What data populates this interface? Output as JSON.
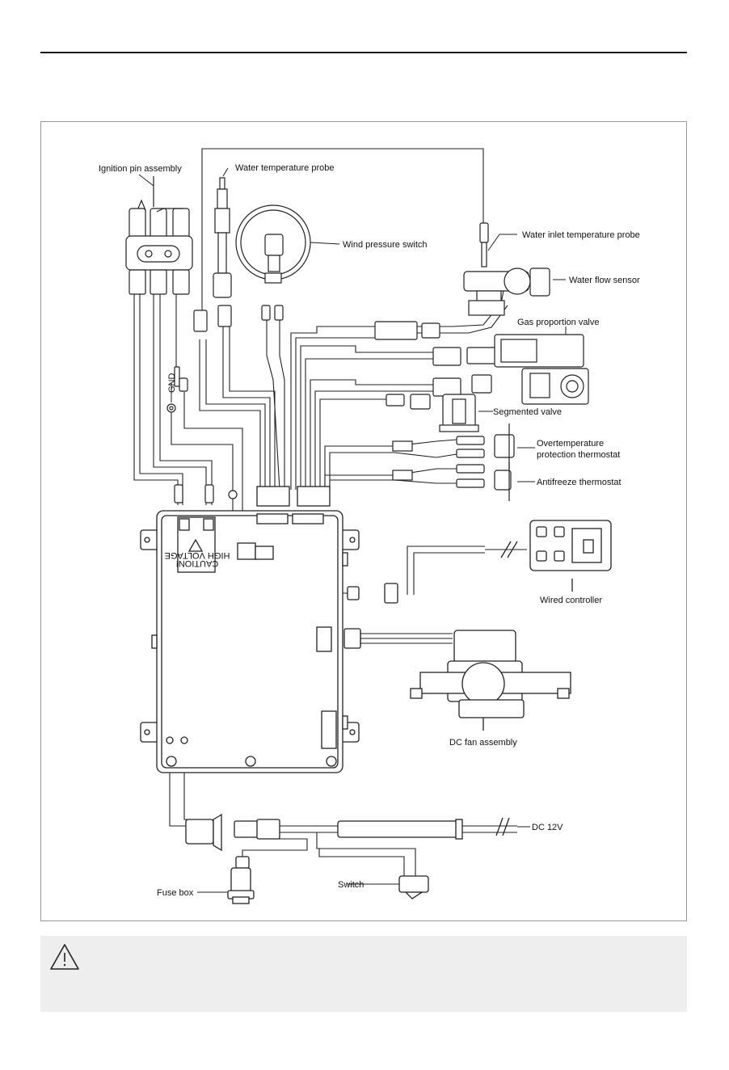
{
  "labels": {
    "ignition": "Ignition pin assembly",
    "water_temp": "Water temperature probe",
    "wind_switch": "Wind pressure switch",
    "inlet_probe": "Water inlet temperature probe",
    "flow_sensor": "Water flow sensor",
    "gas_valve": "Gas proportion valve",
    "segmented": "Segmented  valve",
    "overtemp_1": "Overtemperature",
    "overtemp_2": "protection thermostat",
    "antifreeze": "Antifreeze thermostat",
    "wired_ctrl": "Wired controller",
    "dc_fan": "DC fan assembly",
    "dc12v": "DC 12V",
    "switch": "Switch",
    "fuse_box": "Fuse box",
    "gnd": "GND"
  },
  "board_text": {
    "caution_1": "CAUTION!",
    "caution_2": "HIGH VOLTAGE"
  },
  "icons": {
    "warning": "warning-triangle-icon"
  }
}
